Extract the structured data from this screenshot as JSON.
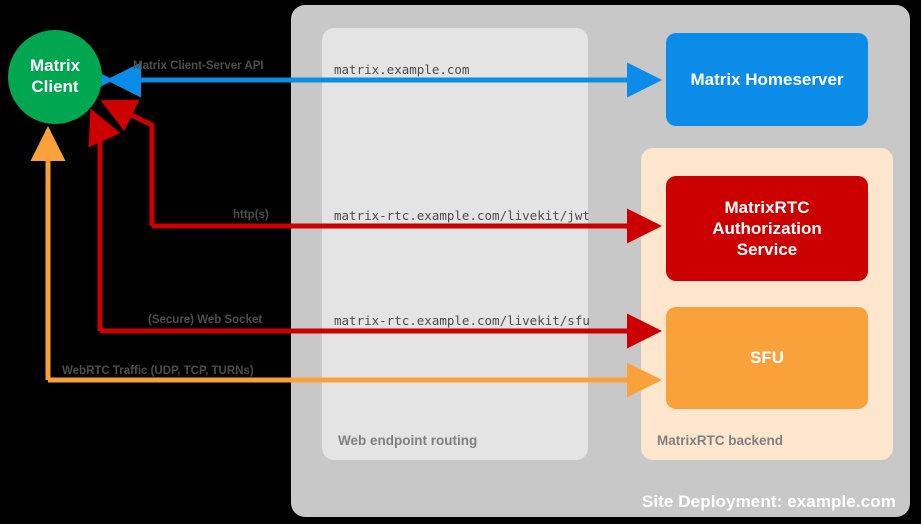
{
  "diagram": {
    "site": {
      "label": "Site Deployment: example.com",
      "color": "#c8c8c8"
    },
    "routing": {
      "label": "Web endpoint routing",
      "color": "#e4e4e4"
    },
    "backend": {
      "label": "MatrixRTC backend",
      "color": "#fde6cd"
    },
    "nodes": {
      "client": {
        "line1": "Matrix",
        "line2": "Client",
        "color": "#00a650"
      },
      "homeserver": {
        "label": "Matrix Homeserver",
        "color": "#0c8ce9"
      },
      "auth": {
        "line1": "MatrixRTC",
        "line2": "Authorization",
        "line3": "Service",
        "color": "#cc0000"
      },
      "sfu": {
        "label": "SFU",
        "color": "#f9a23b"
      }
    },
    "edges": [
      {
        "id": "client-server-api",
        "label": "Matrix Client-Server API",
        "endpoint": "matrix.example.com",
        "color": "#0c8ce9"
      },
      {
        "id": "http-jwt",
        "label": "http(s)",
        "endpoint": "matrix-rtc.example.com/livekit/jwt",
        "color": "#cc0000"
      },
      {
        "id": "web-socket-sfu",
        "label": "(Secure) Web Socket",
        "endpoint": "matrix-rtc.example.com/livekit/sfu",
        "color": "#cc0000"
      },
      {
        "id": "webrtc-traffic",
        "label": "WebRTC Traffic (UDP, TCP, TURNs)",
        "endpoint": "",
        "color": "#f9a23b"
      }
    ]
  }
}
